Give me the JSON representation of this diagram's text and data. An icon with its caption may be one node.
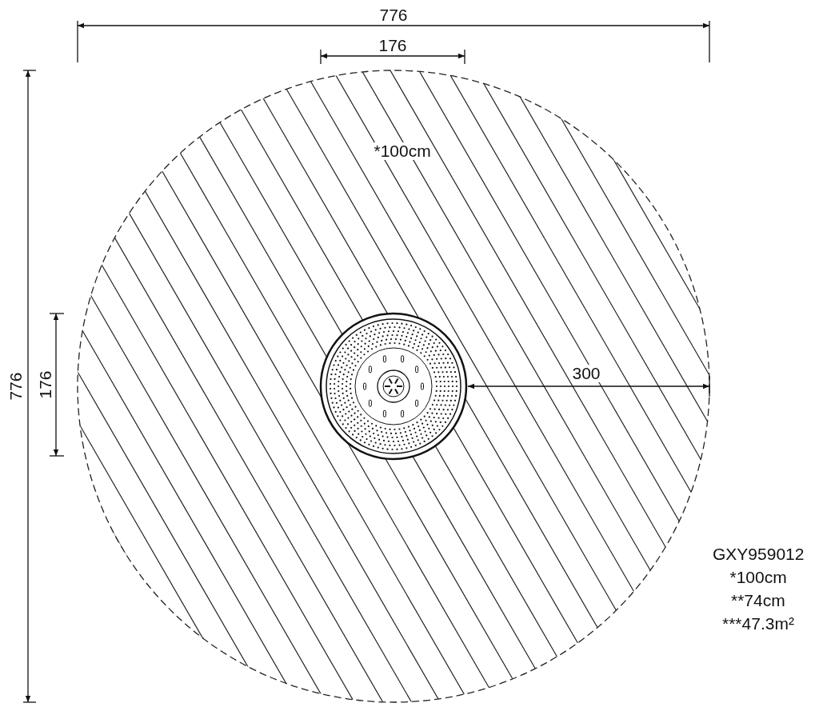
{
  "diagram": {
    "labels": [
      "776",
      "176",
      "*100cm",
      "300",
      "776",
      "176",
      "GXY959012",
      "*100cm",
      "**74cm",
      "***47.3m²"
    ]
  }
}
